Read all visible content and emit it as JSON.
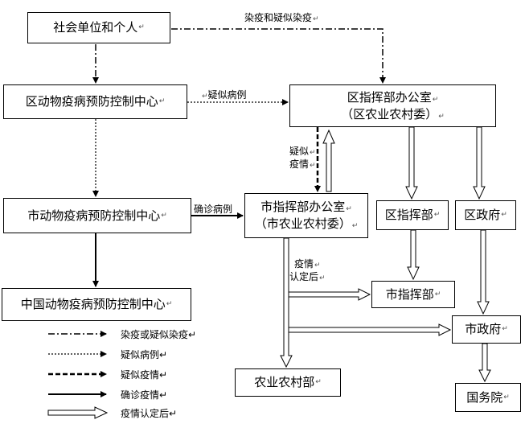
{
  "boxes": {
    "social_units": "社会单位和个人",
    "district_center": "区动物疫病预防控制中心",
    "city_center": "市动物疫病预防控制中心",
    "national_center": "中国动物疫病预防控制中心",
    "district_office_line1": "区指挥部办公室",
    "district_office_line2": "（区农业农村委）",
    "city_office_line1": "市指挥部办公室",
    "city_office_line2": "（市农业农村委）",
    "district_hq": "区指挥部",
    "district_gov": "区政府",
    "city_hq": "市指挥部",
    "city_gov": "市政府",
    "ministry": "农业农村部",
    "state_council": "国务院"
  },
  "labels": {
    "epidemic_suspected": "染疫和疑似染疫",
    "suspected_cases": "疑似病例",
    "suspected_line1": "疑似",
    "suspected_line2": "疫情",
    "confirmed_cases": "确诊病例",
    "recognized_line1": "疫情",
    "recognized_line2": "认定后",
    "return_mark": "↵"
  },
  "legend": [
    {
      "style": "dash-dot",
      "text": "染疫或疑似染疫"
    },
    {
      "style": "dotted",
      "text": "疑似病例"
    },
    {
      "style": "dashed",
      "text": "疑似疫情"
    },
    {
      "style": "solid",
      "text": "确诊疫情"
    },
    {
      "style": "hollow",
      "text": "疫情认定后"
    }
  ]
}
